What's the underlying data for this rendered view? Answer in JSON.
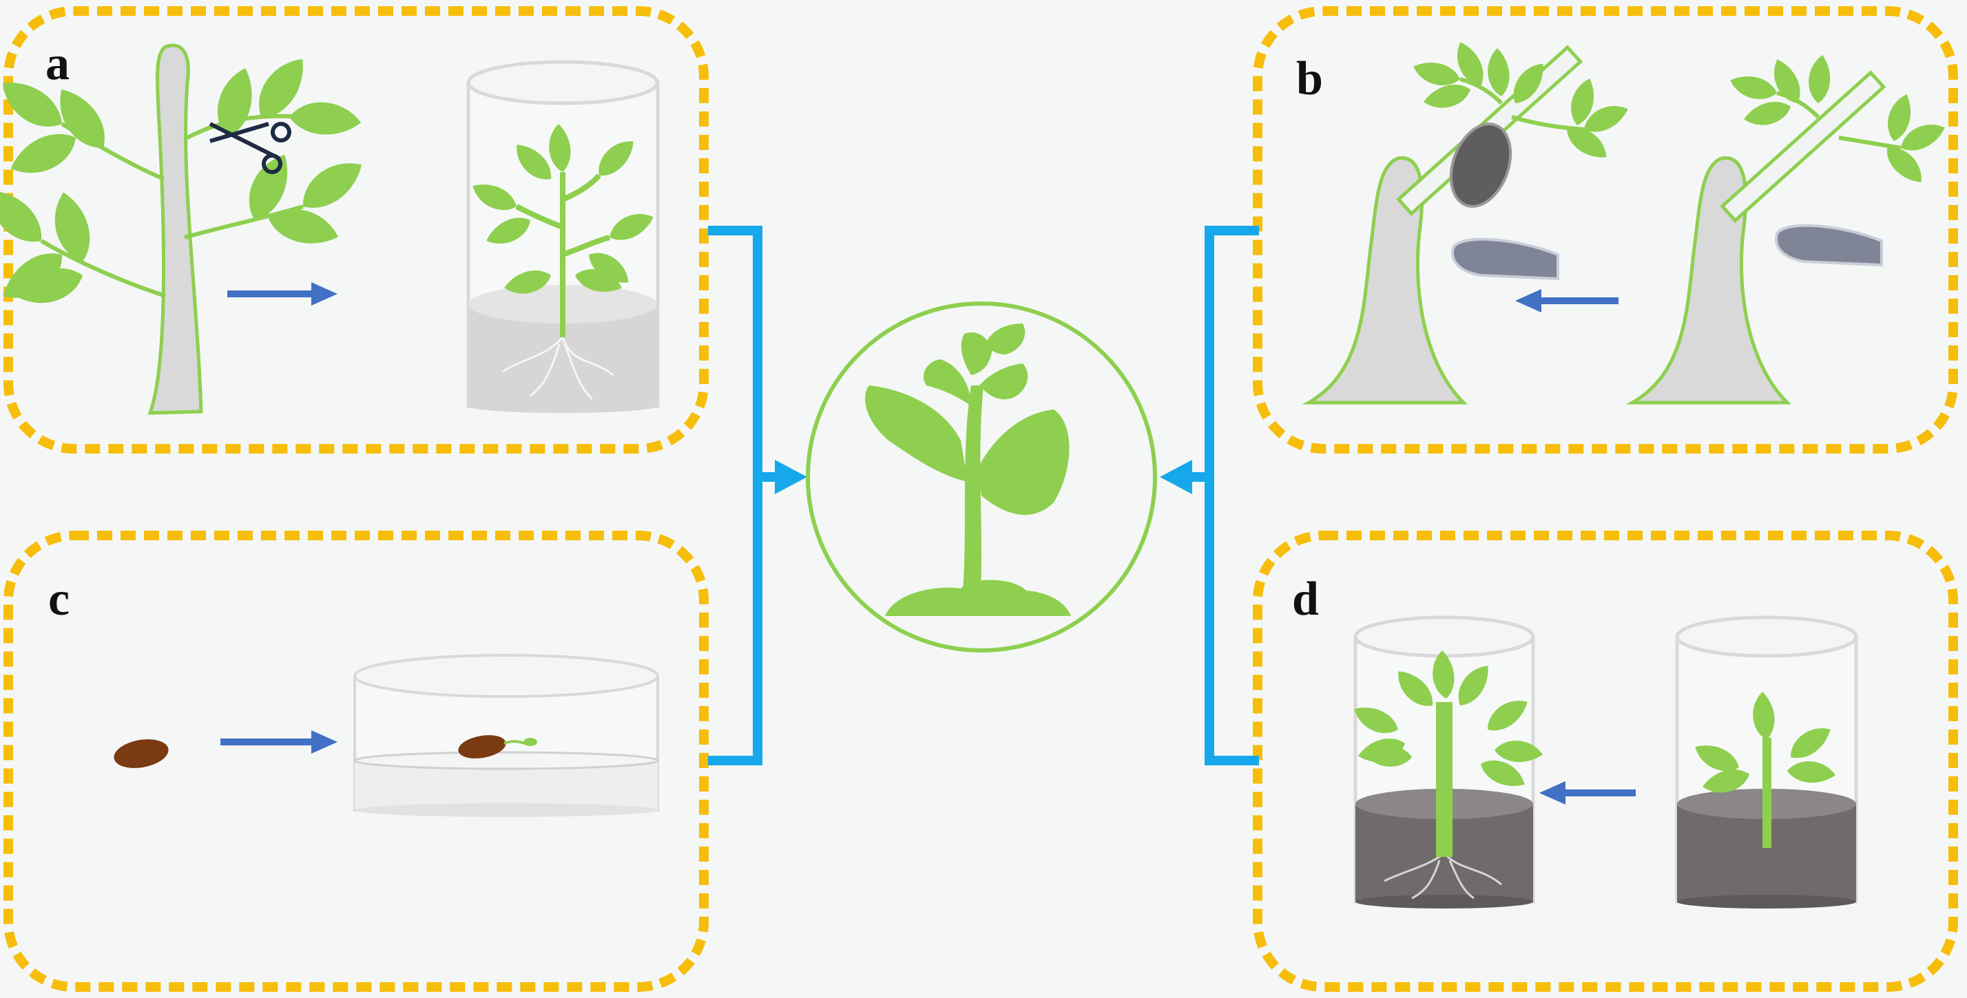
{
  "panels": {
    "a": {
      "label": "a"
    },
    "b": {
      "label": "b"
    },
    "c": {
      "label": "c"
    },
    "d": {
      "label": "d"
    }
  },
  "colors": {
    "background": "#f4f7f6",
    "panel_border": "#f7bd0b",
    "connector": "#16a8ea",
    "process_arrow": "#4170c4",
    "leaf_green": "#8ecf4f",
    "stem_gray": "#d9d9d9",
    "soil_dark": "#6f6b6a",
    "seed_brown": "#7a3a12"
  },
  "icons": {
    "center": "plant-seedling-icon",
    "tools": [
      "scissors-icon",
      "grafting-knife-icon"
    ]
  }
}
